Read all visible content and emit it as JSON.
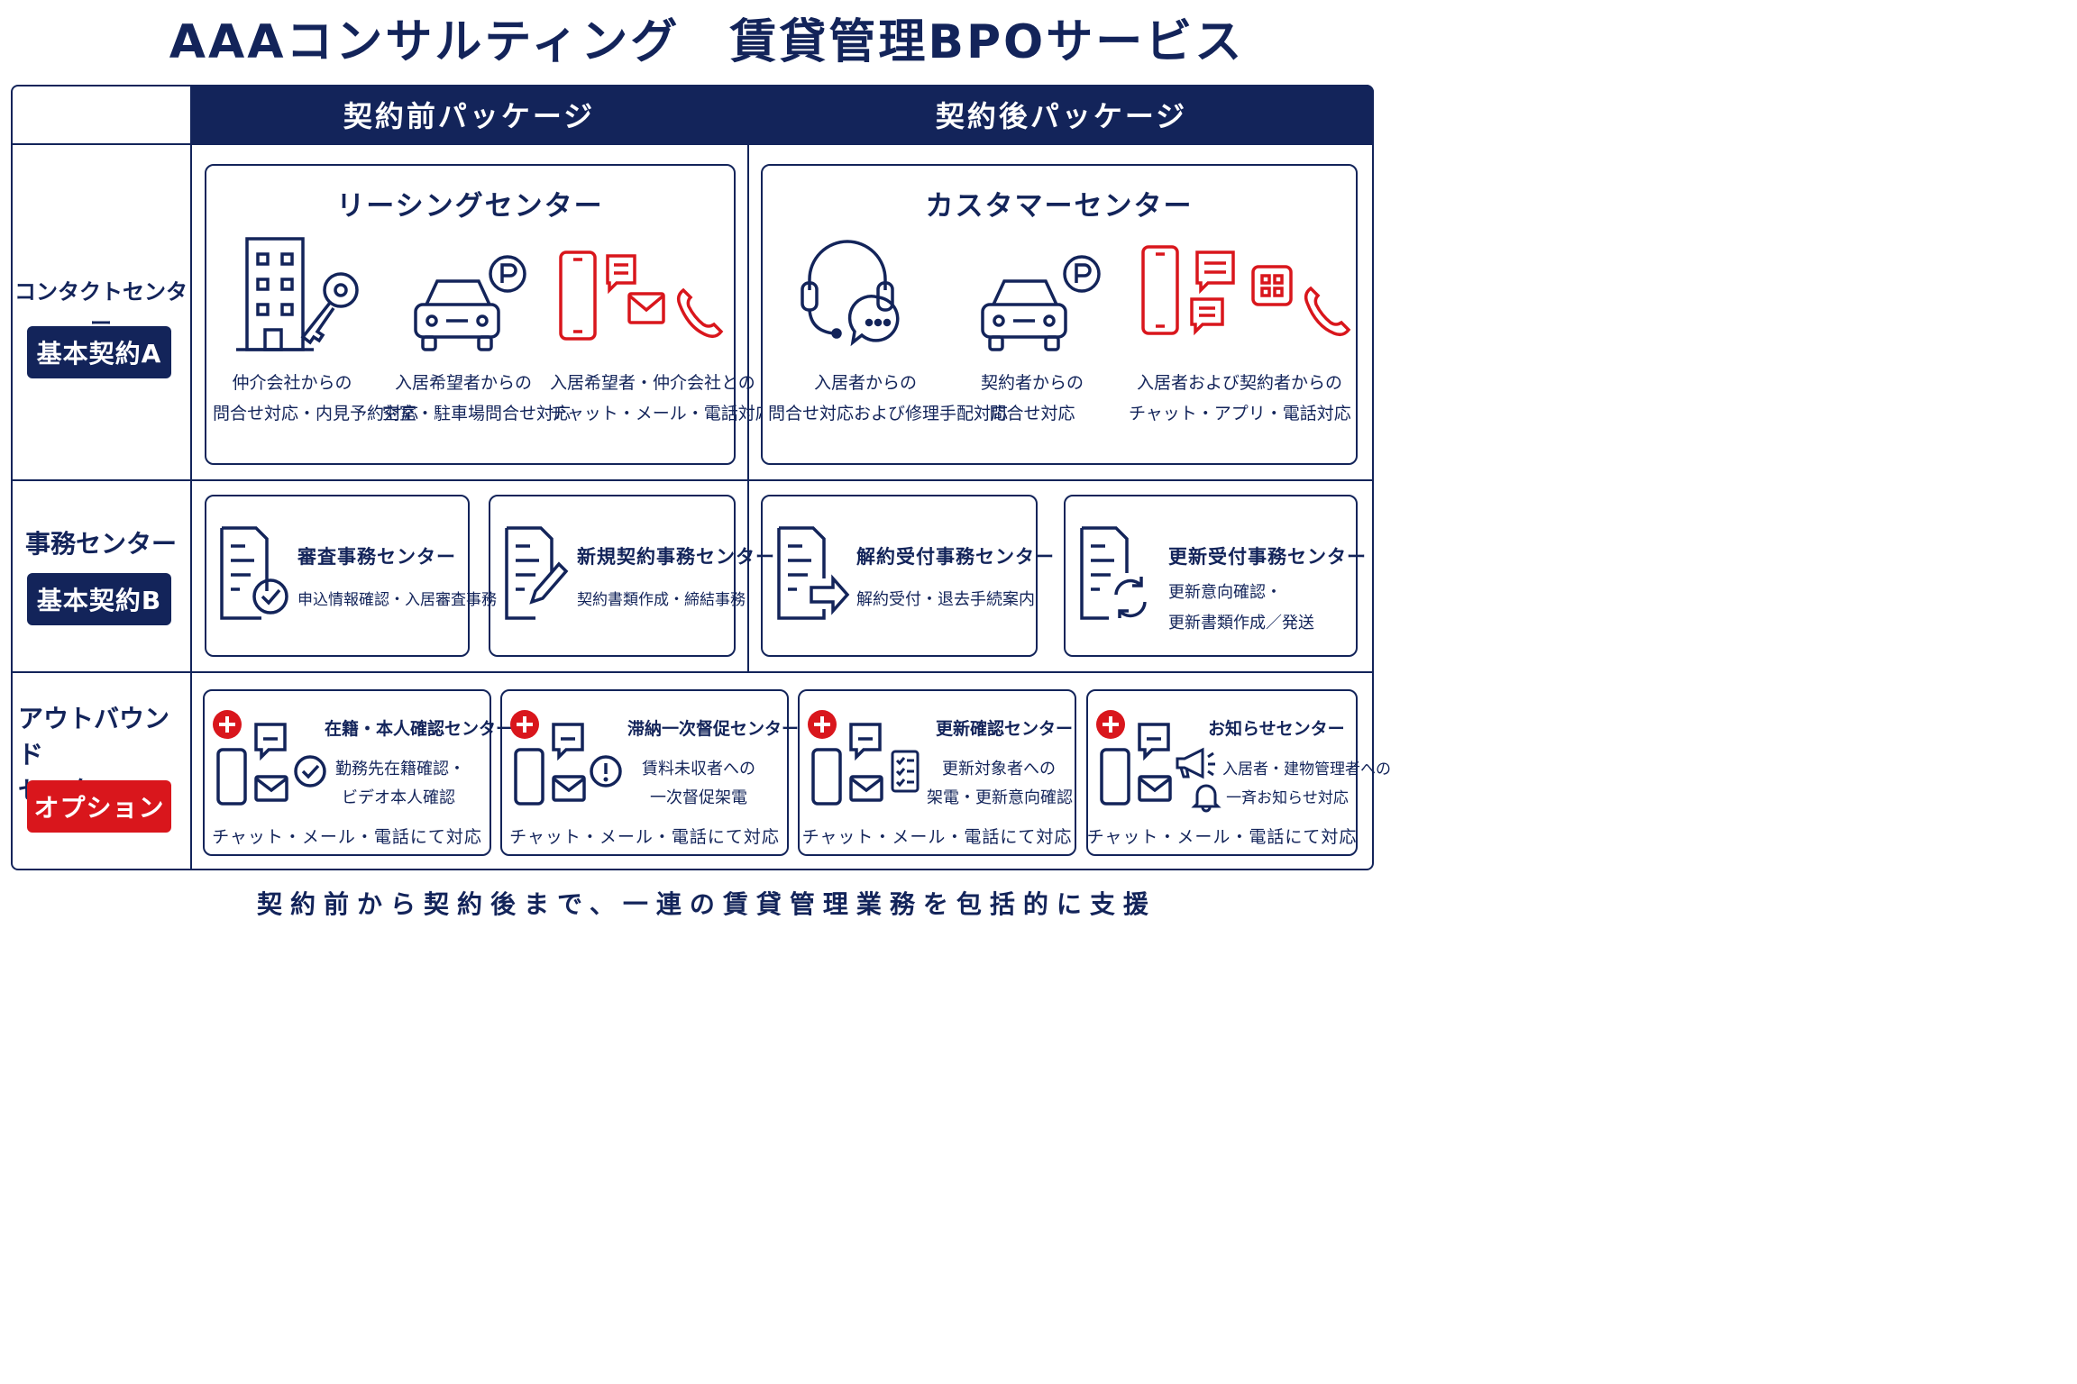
{
  "title": "AAAコンサルティング　賃貸管理BPOサービス",
  "colors": {
    "navy": "#13245a",
    "red": "#d9161c"
  },
  "columns": [
    {
      "label": "契約前パッケージ"
    },
    {
      "label": "契約後パッケージ"
    }
  ],
  "rows": [
    {
      "label_lines": [
        "コンタクトセンター"
      ],
      "badge": "基本契約A"
    },
    {
      "label_lines": [
        "事務センター"
      ],
      "badge": "基本契約B"
    },
    {
      "label_lines": [
        "アウトバウンド",
        "センター"
      ],
      "badge": "オプション"
    }
  ],
  "contact": {
    "leasing": {
      "title": "リーシングセンター",
      "items": [
        {
          "icon": "building-key-icon",
          "line1": "仲介会社からの",
          "line2": "問合せ対応・内見予約対応"
        },
        {
          "icon": "car-parking-icon",
          "line1": "入居希望者からの",
          "line2": "空室・駐車場問合せ対応"
        },
        {
          "icon": "phone-chat-mail-call-icon",
          "line1": "入居希望者・仲介会社との",
          "line2": "チャット・メール・電話対応"
        }
      ]
    },
    "customer": {
      "title": "カスタマーセンター",
      "items": [
        {
          "icon": "headset-chat-icon",
          "line1": "入居者からの",
          "line2": "問合せ対応および修理手配対応"
        },
        {
          "icon": "car-parking-icon",
          "line1": "契約者からの",
          "line2": "問合せ対応"
        },
        {
          "icon": "phone-chat-app-call-icon",
          "line1": "入居者および契約者からの",
          "line2": "チャット・アプリ・電話対応"
        }
      ]
    }
  },
  "office": [
    {
      "icon": "document-check-icon",
      "title": "審査事務センター",
      "desc": [
        "申込情報確認・入居審査事務"
      ]
    },
    {
      "icon": "document-pen-icon",
      "title": "新規契約事務センター",
      "desc": [
        "契約書類作成・締結事務"
      ]
    },
    {
      "icon": "document-arrow-icon",
      "title": "解約受付事務センター",
      "desc": [
        "解約受付・退去手続案内"
      ]
    },
    {
      "icon": "document-refresh-icon",
      "title": "更新受付事務センター",
      "desc": [
        "更新意向確認・",
        "更新書類作成／発送"
      ]
    }
  ],
  "outbound": [
    {
      "icon": "check-circle-icon",
      "title": "在籍・本人確認センター",
      "desc": [
        "勤務先在籍確認・",
        "ビデオ本人確認"
      ],
      "footer": "チャット・メール・電話にて対応"
    },
    {
      "icon": "exclamation-circle-icon",
      "title": "滞納一次督促センター",
      "desc": [
        "賃料未収者への",
        "一次督促架電"
      ],
      "footer": "チャット・メール・電話にて対応"
    },
    {
      "icon": "checklist-icon",
      "title": "更新確認センター",
      "desc": [
        "更新対象者への",
        "架電・更新意向確認"
      ],
      "footer": "チャット・メール・電話にて対応"
    },
    {
      "icon": "megaphone-bell-icon",
      "title": "お知らせセンター",
      "desc": [
        "入居者・建物管理者への",
        "一斉お知らせ対応"
      ],
      "footer": "チャット・メール・電話にて対応"
    }
  ],
  "footer": "契約前から契約後まで、一連の賃貸管理業務を包括的に支援"
}
